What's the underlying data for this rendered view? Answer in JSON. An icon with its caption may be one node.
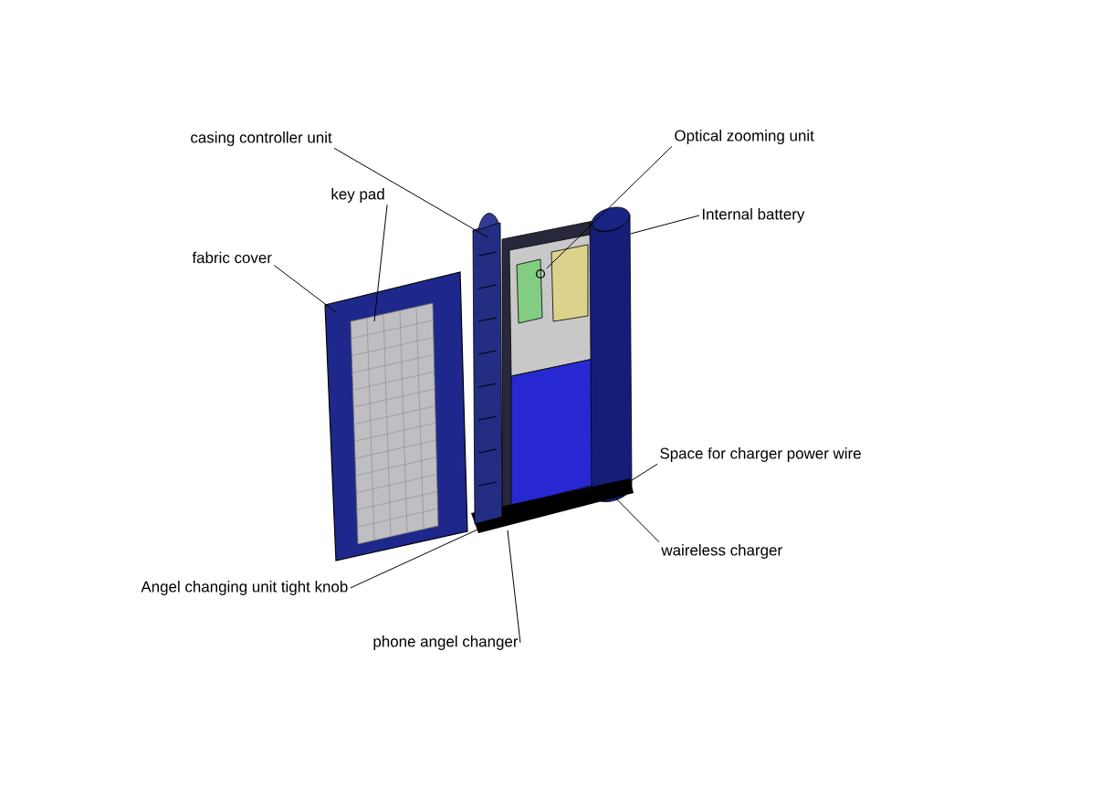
{
  "diagram": {
    "nodes": [
      {
        "text": [
          "casing controller unit"
        ]
      },
      {
        "text": [
          "key pad"
        ]
      },
      {
        "text": [
          "fabric cover"
        ]
      },
      {
        "text": [
          "Optical zooming unit"
        ]
      },
      {
        "text": [
          "Internal battery"
        ]
      },
      {
        "text": [
          "Space for charger power wire"
        ]
      },
      {
        "text": [
          "waireless charger"
        ]
      },
      {
        "text": [
          "Angel changing unit tight knob"
        ]
      },
      {
        "text": [
          "phone angel changer"
        ]
      },
      {
        "text": [],
        "shape": "box"
      },
      {
        "text": [],
        "shape": "box",
        "in": 9
      },
      {
        "text": [],
        "shape": "bar"
      },
      {
        "text": [],
        "shape": "circle"
      },
      {
        "text": [],
        "shape": "cylinder"
      },
      {
        "text": [],
        "shape": "bar"
      }
    ],
    "edges": [
      {
        "from": 0,
        "to": 11,
        "arrow": "none"
      },
      {
        "from": 1,
        "to": 10,
        "arrow": "none"
      },
      {
        "from": 2,
        "to": 9,
        "arrow": "none"
      },
      {
        "from": 3,
        "to": 12,
        "arrow": "none"
      },
      {
        "from": 4,
        "to": 13,
        "arrow": "none"
      },
      {
        "from": 5,
        "to": 13,
        "arrow": "none"
      },
      {
        "from": 6,
        "to": 14,
        "arrow": "none"
      },
      {
        "from": 7,
        "to": 11,
        "arrow": "none"
      },
      {
        "from": 8,
        "to": 14,
        "arrow": "none"
      }
    ]
  }
}
